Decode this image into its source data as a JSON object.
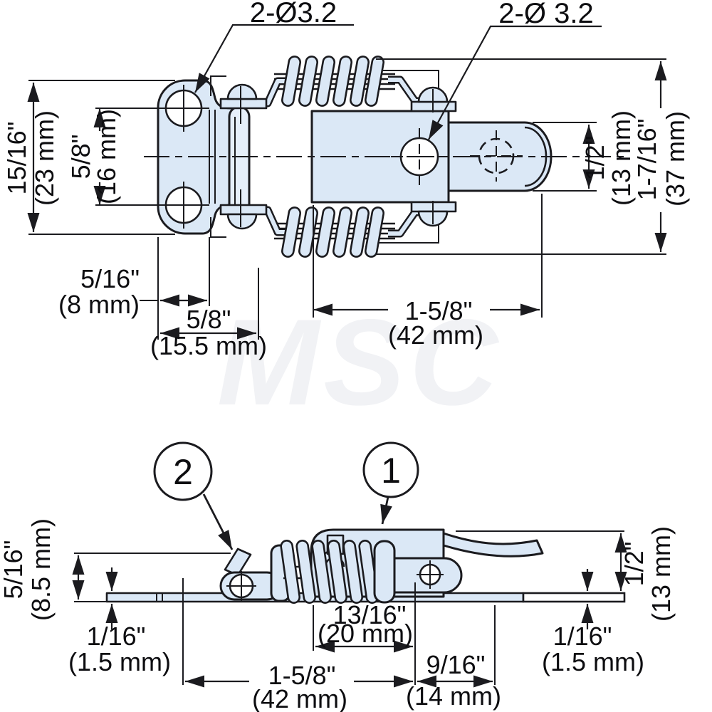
{
  "watermark": "MSC",
  "colors": {
    "part_fill": "#dbe8f6",
    "line": "#1b1b1f",
    "watermark": "#f1f2f5"
  },
  "top_view": {
    "hole_label_left": "2-Ø3.2",
    "hole_label_right": "2-Ø 3.2",
    "dim_plate_height": {
      "inch": "15/16\"",
      "mm": "(23 mm)"
    },
    "dim_hole_spacing": {
      "inch": "5/8\"",
      "mm": "(16 mm)"
    },
    "dim_edge_to_hole": {
      "inch": "5/16\"",
      "mm": "(8 mm)"
    },
    "dim_plate_width": {
      "inch": "5/8\"",
      "mm": "(15.5 mm)"
    },
    "dim_body_length": {
      "inch": "1-5/8\"",
      "mm": "(42 mm)"
    },
    "dim_arm_height": {
      "inch": "1/2\"",
      "mm": "(13 mm)"
    },
    "dim_overall_height": {
      "inch": "1-7/16\"",
      "mm": "(37 mm)"
    }
  },
  "side_view": {
    "callout_latch_body": "1",
    "callout_hook": "2",
    "dim_hook_height": {
      "inch": "5/16\"",
      "mm": "(8.5 mm)"
    },
    "dim_plate_thickness_left": {
      "inch": "1/16\"",
      "mm": "(1.5 mm)"
    },
    "dim_spring_length": {
      "inch": "13/16\"",
      "mm": "(20 mm)"
    },
    "dim_body_length": {
      "inch": "1-5/8\"",
      "mm": "(42 mm)"
    },
    "dim_rivet_offset": {
      "inch": "9/16\"",
      "mm": "(14 mm)"
    },
    "dim_plate_thickness_right": {
      "inch": "1/16\"",
      "mm": "(1.5 mm)"
    },
    "dim_overall_height": {
      "inch": "1/2\"",
      "mm": "(13 mm)"
    }
  }
}
